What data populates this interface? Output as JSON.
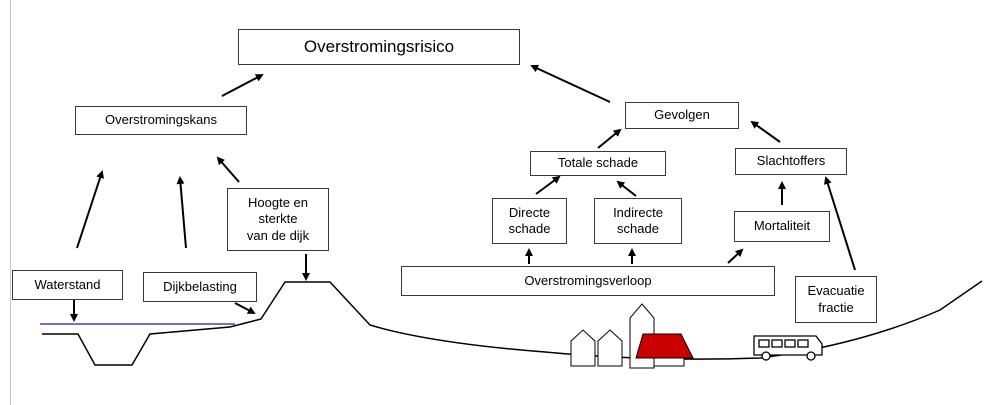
{
  "diagram": {
    "title": "Overstromingsrisico",
    "nodes": {
      "overstromingsrisico": "Overstromingsrisico",
      "overstromingskans": "Overstromingskans",
      "gevolgen": "Gevolgen",
      "totale_schade": "Totale schade",
      "slachtoffers": "Slachtoffers",
      "directe_schade": "Directe\nschade",
      "indirecte_schade": "Indirecte\nschade",
      "mortaliteit": "Mortaliteit",
      "hoogte_sterkte": "Hoogte en\nsterkte\nvan de dijk",
      "waterstand": "Waterstand",
      "dijkbelasting": "Dijkbelasting",
      "overstromingsverloop": "Overstromingsverloop",
      "evacuatie_fractie": "Evacuatie\nfractie"
    },
    "colors": {
      "water_line": "#4040c8",
      "roof": "#cc0000",
      "stroke": "#000000",
      "box_border": "#3a3a3a"
    },
    "icons": [
      "house-icon",
      "church-icon",
      "red-roof-house-icon",
      "bus-icon"
    ]
  }
}
